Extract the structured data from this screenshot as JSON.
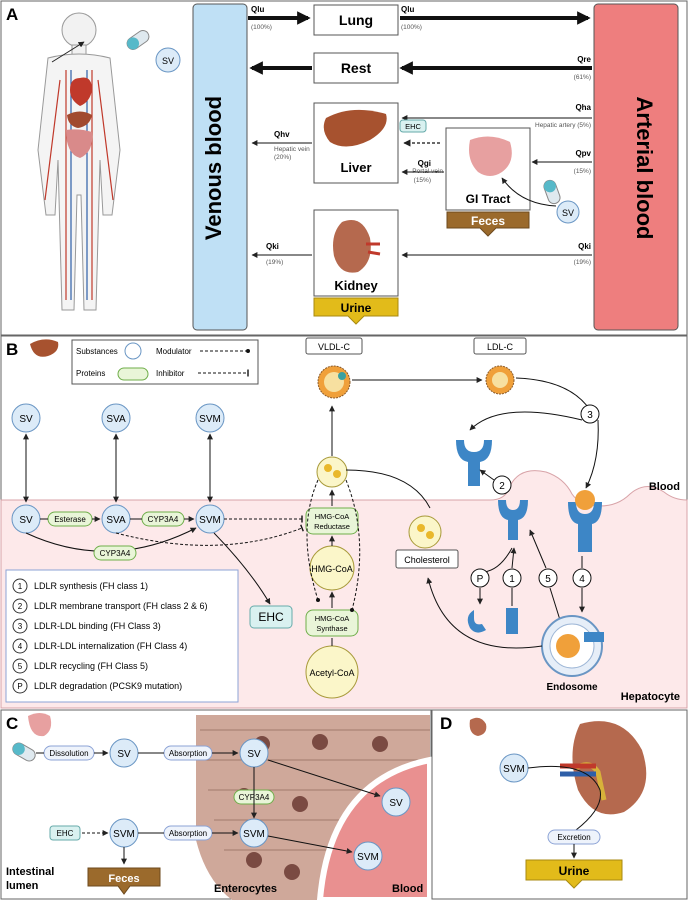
{
  "panel_letters": {
    "a": "A",
    "b": "B",
    "c": "C",
    "d": "D"
  },
  "panel_a": {
    "venous": "Venous blood",
    "arterial": "Arterial blood",
    "organs": {
      "lung": "Lung",
      "rest": "Rest",
      "liver": "Liver",
      "gi": "GI Tract",
      "kidney": "Kidney"
    },
    "outputs": {
      "feces": "Feces",
      "urine": "Urine"
    },
    "sv_pill_top": "SV",
    "sv_pill_gi": "SV",
    "ehc": "EHC",
    "flows": {
      "qlu_left": "Qlu",
      "qlu_left_pct": "(100%)",
      "qlu_right": "Qlu",
      "qlu_right_pct": "(100%)",
      "qre": "Qre",
      "qre_pct": "(61%)",
      "qha": "Qha",
      "qha_desc": "Hepatic artery (5%)",
      "qhv": "Qhv",
      "qhv_desc": "Hepatic vein",
      "qhv_pct": "(20%)",
      "qgi": "Qgi",
      "qgi_desc": "Portal vein",
      "qgi_pct": "(15%)",
      "qpv": "Qpv",
      "qpv_pct": "(15%)",
      "qki_left": "Qki",
      "qki_left_pct": "(19%)",
      "qki_right": "Qki",
      "qki_right_pct": "(19%)"
    }
  },
  "panel_b": {
    "legend": {
      "substances": "Substances",
      "proteins": "Proteins",
      "modulator": "Modulator",
      "inhibitor": "Inhibitor"
    },
    "vldl": "VLDL-C",
    "ldl": "LDL-C",
    "blood": "Blood",
    "hepatocyte": "Hepatocyte",
    "sv_top": "SV",
    "sva_top": "SVA",
    "svm_top": "SVM",
    "sv": "SV",
    "sva": "SVA",
    "svm": "SVM",
    "esterase": "Esterase",
    "cyp3a4_a": "CYP3A4",
    "cyp3a4_b": "CYP3A4",
    "ehc": "EHC",
    "hmgcoa_reductase": [
      "HMG-CoA",
      "Reductase"
    ],
    "hmgcoa": "HMG-CoA",
    "hmgcoa_synthase": [
      "HMG-CoA",
      "Synthase"
    ],
    "acetylcoa": "Acetyl-CoA",
    "cholesterol": "Cholesterol",
    "endosome": "Endosome",
    "steps": [
      {
        "mark": "1",
        "text": "LDLR synthesis (FH class 1)"
      },
      {
        "mark": "2",
        "text": "LDLR membrane transport (FH class 2 & 6)"
      },
      {
        "mark": "3",
        "text": "LDLR-LDL binding (FH Class 3)"
      },
      {
        "mark": "4",
        "text": "LDLR-LDL internalization (FH Class 4)"
      },
      {
        "mark": "5",
        "text": "LDLR recycling (FH Class 5)"
      },
      {
        "mark": "P",
        "text": "LDLR degradation (PCSK9 mutation)"
      }
    ],
    "step_marks": {
      "s1": "1",
      "s2": "2",
      "s3": "3",
      "s4": "4",
      "s5": "5",
      "sp": "P"
    }
  },
  "panel_c": {
    "dissolution": "Dissolution",
    "absorption_1": "Absorption",
    "absorption_2": "Absorption",
    "sv1": "SV",
    "sv2": "SV",
    "sv3": "SV",
    "svm1": "SVM",
    "svm2": "SVM",
    "svm3": "SVM",
    "cyp3a4": "CYP3A4",
    "ehc": "EHC",
    "feces": "Feces",
    "intestinal": "Intestinal",
    "lumen": "lumen",
    "enterocytes": "Enterocytes",
    "blood": "Blood"
  },
  "panel_d": {
    "svm": "SVM",
    "excretion": "Excretion",
    "urine": "Urine"
  },
  "colors": {
    "venous": "#bfe0f5",
    "arterial": "#ee7e7e",
    "node_fill": "#dcebf8",
    "node_stroke": "#6a96c4",
    "protein_fill": "#e9f5d8",
    "protein_stroke": "#6fae4a",
    "output": "#9b6a2c",
    "urine": "#e2bb1a",
    "hepatocyte": "#fde9ea",
    "ehc": "#d9f1f0"
  }
}
